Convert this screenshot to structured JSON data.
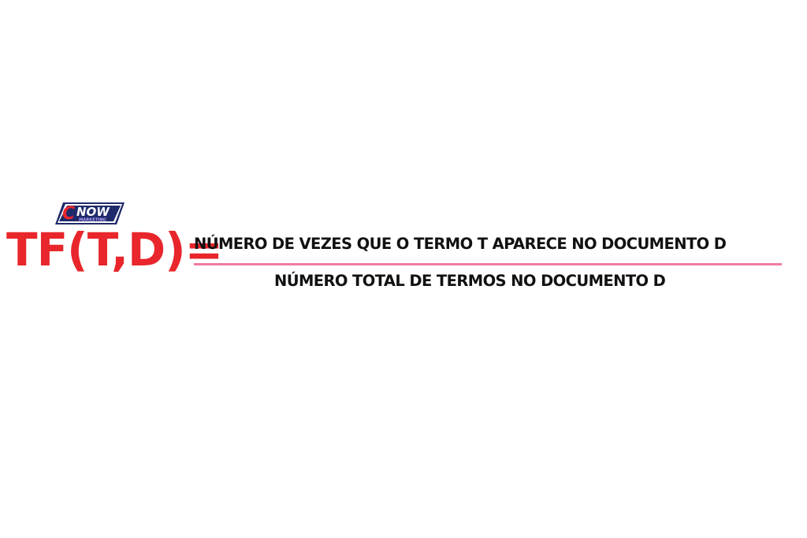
{
  "logo": {
    "text_primary": "NOW",
    "text_secondary": "MARKETING",
    "letter": "C",
    "colors": {
      "navy": "#1f2a6b",
      "red": "#e8262b",
      "purple": "#6a3fb5"
    }
  },
  "formula": {
    "lhs": "TF(T,D)=",
    "numerator": "NÚMERO DE VEZES QUE O TERMO T APARECE NO DOCUMENTO D",
    "denominator": "NÚMERO TOTAL DE TERMOS NO DOCUMENTO D",
    "colors": {
      "lhs": "#e8262b",
      "text": "#111111",
      "bar": "#ef7ba0"
    }
  }
}
